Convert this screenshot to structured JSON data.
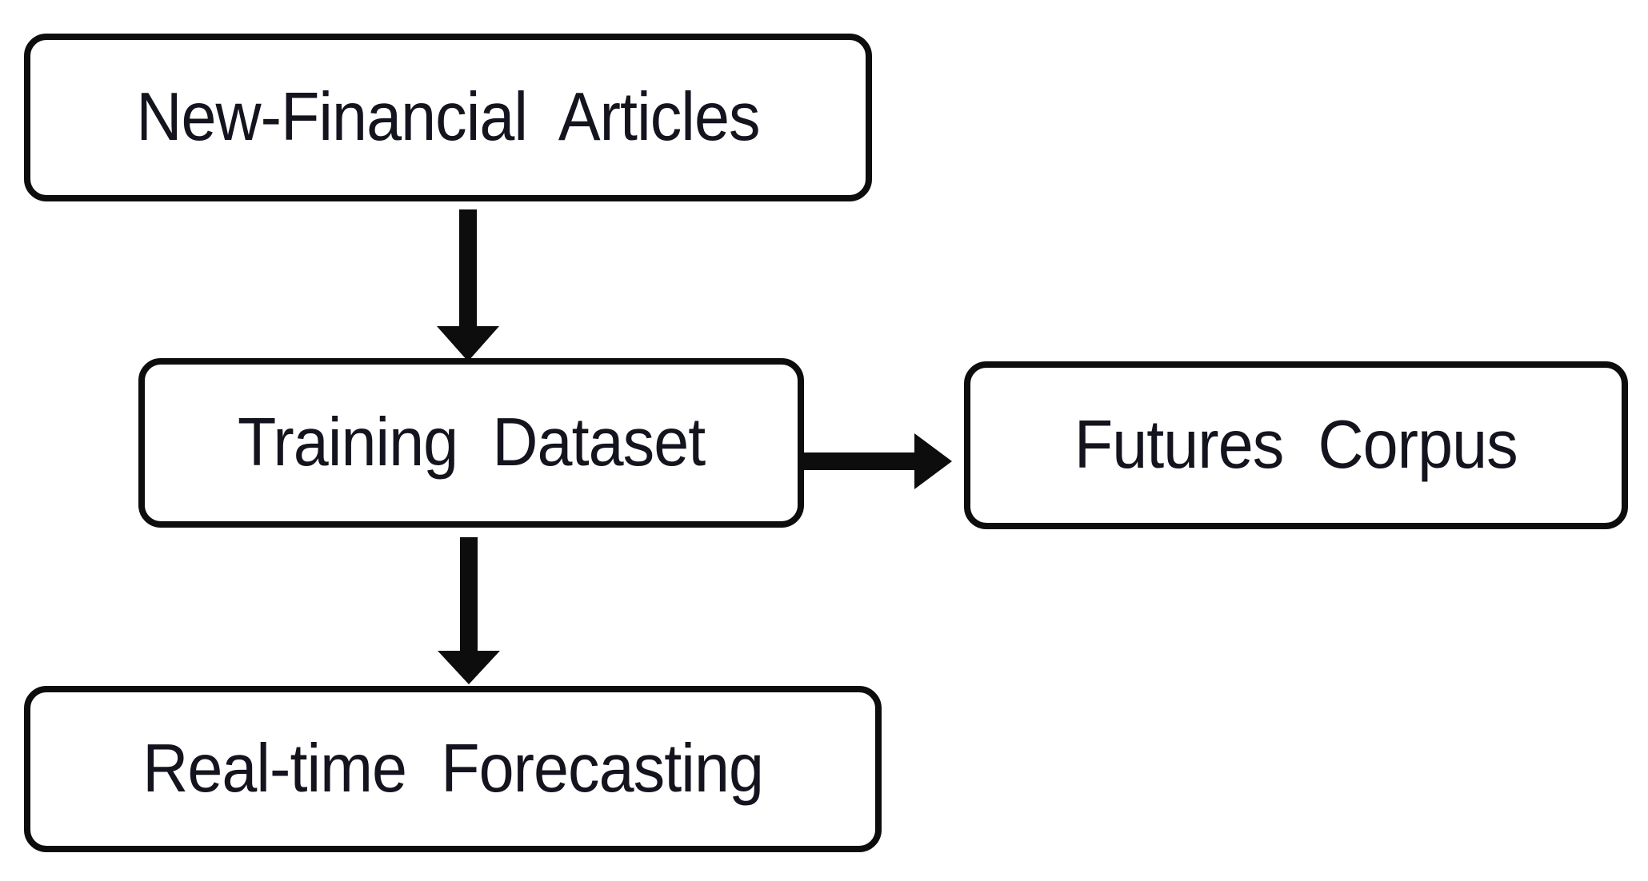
{
  "diagram": {
    "type": "flowchart",
    "background": "#ffffff",
    "colors": {
      "box_fill": "#ffffff",
      "box_border": "#0d0d0d",
      "text": "#14141e",
      "arrow": "#0d0d0d"
    },
    "nodes": [
      {
        "id": "new-financial-articles",
        "label": "New-Financial Articles"
      },
      {
        "id": "training-dataset",
        "label": "Training Dataset"
      },
      {
        "id": "futures-corpus",
        "label": "Futures Corpus"
      },
      {
        "id": "real-time-forecasting",
        "label": "Real-time Forecasting"
      }
    ],
    "edges": [
      {
        "from": "New-Financial Articles",
        "to": "Training Dataset",
        "direction": "down"
      },
      {
        "from": "Training Dataset",
        "to": "Futures Corpus",
        "direction": "right"
      },
      {
        "from": "Training Dataset",
        "to": "Real-time Forecasting",
        "direction": "down"
      }
    ]
  }
}
